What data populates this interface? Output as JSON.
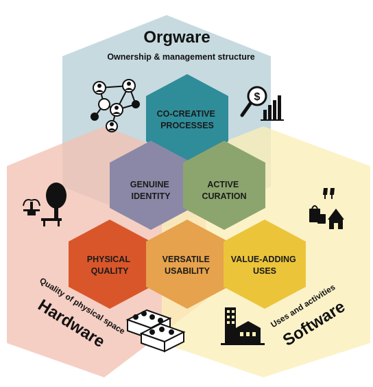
{
  "colors": {
    "orgware": "#bcd4da",
    "hardware": "#f2c2b4",
    "software": "#fbeeb8",
    "co_creative": "#2f8c99",
    "genuine": "#8a88a6",
    "active": "#8ca56e",
    "physical": "#d9562a",
    "versatile": "#e6a24c",
    "value_adding": "#ebc43a"
  },
  "orgware": {
    "title": "Orgware",
    "subtitle": "Ownership & management structure",
    "network_icon": "people-network-icon",
    "finance_icon": "money-magnifier-chart-icon"
  },
  "hardware": {
    "title": "Hardware",
    "subtitle": "Quality of physical space",
    "nature_icon": "fountain-tree-bench-icon",
    "bricks_icon": "building-blocks-icon"
  },
  "software": {
    "title": "Software",
    "subtitle": "Uses and activities",
    "events_icon": "toast-shopping-tent-icon",
    "buildings_icon": "city-buildings-icon"
  },
  "core": {
    "co_creative": [
      "CO-CREATIVE",
      "PROCESSES"
    ],
    "genuine": [
      "GENUINE",
      "IDENTITY"
    ],
    "active": [
      "ACTIVE",
      "CURATION"
    ],
    "physical": [
      "PHYSICAL",
      "QUALITY"
    ],
    "versatile": [
      "VERSATILE",
      "USABILITY"
    ],
    "value_adding": [
      "VALUE-ADDING",
      "USES"
    ]
  }
}
